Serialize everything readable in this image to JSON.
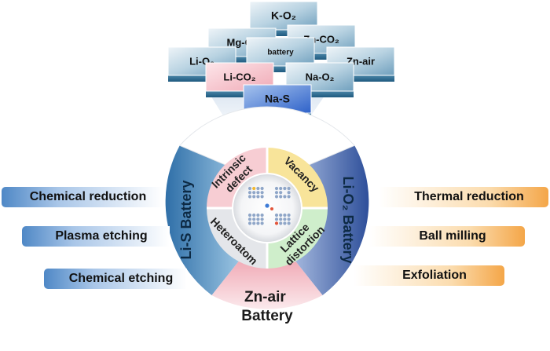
{
  "tiles": [
    {
      "id": "k-o2",
      "label": "K-O₂"
    },
    {
      "id": "mg-o2",
      "label": "Mg-O₂"
    },
    {
      "id": "zn-co2",
      "label": "Zn-CO₂"
    },
    {
      "id": "li-o2",
      "label": "Li-O₂"
    },
    {
      "id": "battery",
      "label": "battery"
    },
    {
      "id": "zn-air",
      "label": "Zn-air"
    },
    {
      "id": "li-co2",
      "label": "Li-CO₂"
    },
    {
      "id": "na-o2",
      "label": "Na-O₂"
    },
    {
      "id": "na-s",
      "label": "Na-S"
    }
  ],
  "inner_sectors": {
    "intrinsic": [
      "Intrinsic",
      "defect"
    ],
    "vacancy": "Vacancy",
    "lattice": [
      "Lattice",
      "distortion"
    ],
    "heteroatom": "Heteroatom"
  },
  "outer_sectors": {
    "lis": "Li-S Battery",
    "lio2": "Li-O₂ Battery",
    "znair": [
      "Zn-air",
      "Battery"
    ]
  },
  "methods_left": [
    "Chemical reduction",
    "Plasma etching",
    "Chemical etching"
  ],
  "methods_right": [
    "Thermal reduction",
    "Ball milling",
    "Exfoliation"
  ]
}
